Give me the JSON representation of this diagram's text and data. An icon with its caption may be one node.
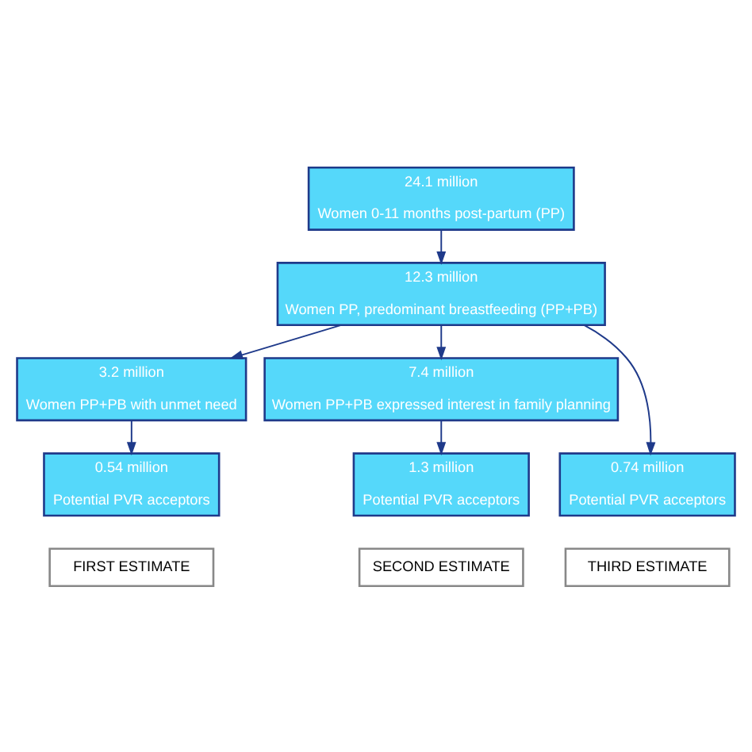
{
  "diagram": {
    "nodes": [
      {
        "text": [
          "24.1 million",
          "Women 0-11 months post-partum (PP)"
        ]
      },
      {
        "text": [
          "12.3 million",
          "Women PP, predominant breastfeeding (PP+PB)"
        ]
      },
      {
        "text": [
          "3.2 million",
          "Women PP+PB with unmet need"
        ]
      },
      {
        "text": [
          "7.4 million",
          "Women PP+PB expressed interest in family planning"
        ]
      },
      {
        "text": [
          "0.54 million",
          "Potential PVR acceptors"
        ]
      },
      {
        "text": [
          "1.3 million",
          "Potential PVR acceptors"
        ]
      },
      {
        "text": [
          "0.74 million",
          "Potential PVR acceptors"
        ]
      },
      {
        "text": [
          "FIRST ESTIMATE"
        ]
      },
      {
        "text": [
          "SECOND ESTIMATE"
        ]
      },
      {
        "text": [
          "THIRD ESTIMATE"
        ]
      }
    ],
    "edges": [
      {
        "from": 0,
        "to": 1,
        "arrow": "to"
      },
      {
        "from": 1,
        "to": 2,
        "arrow": "to"
      },
      {
        "from": 1,
        "to": 3,
        "arrow": "to"
      },
      {
        "from": 1,
        "to": 6,
        "arrow": "to"
      },
      {
        "from": 2,
        "to": 4,
        "arrow": "to"
      },
      {
        "from": 3,
        "to": 5,
        "arrow": "to"
      }
    ]
  }
}
